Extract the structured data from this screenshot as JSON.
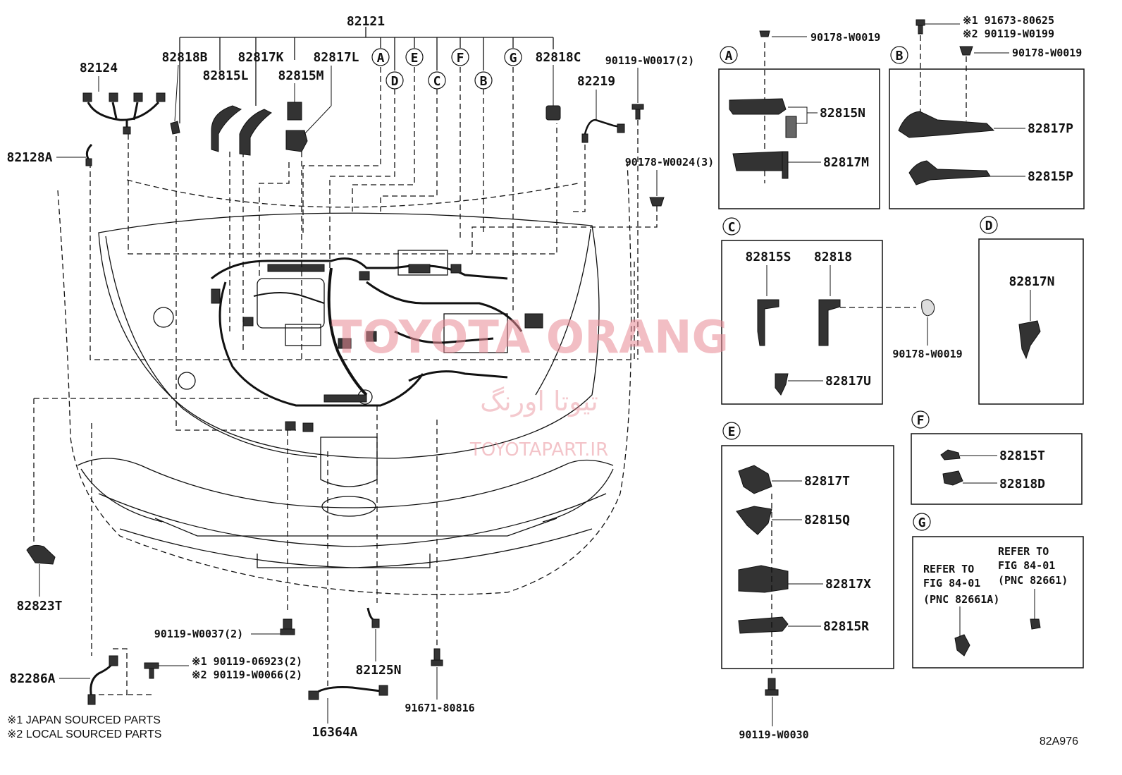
{
  "diagram_code": "82A976",
  "watermark": {
    "brand": "TOYOTA ORANG",
    "farsi": "تیوتا اورنگ",
    "site": "TOYOTAPART.IR"
  },
  "footnotes": {
    "japan": "※1 JAPAN SOURCED PARTS",
    "local": "※2 LOCAL SOURCED PARTS"
  },
  "main_labels": {
    "p82121": "82121",
    "p82124": "82124",
    "p82818B": "82818B",
    "p82817K": "82817K",
    "p82817L": "82817L",
    "p82815L": "82815L",
    "p82815M": "82815M",
    "p82818C": "82818C",
    "p82219": "82219",
    "p90119W0017": "90119-W0017(2)",
    "p90178W0024": "90178-W0024(3)",
    "p82128A": "82128A",
    "p82823T": "82823T",
    "p90119W0037": "90119-W0037(2)",
    "p82286A": "82286A",
    "p90119_06923": "※1 90119-06923(2)",
    "p90119W0066": "※2 90119-W0066(2)",
    "p82125N": "82125N",
    "p91671_80816": "91671-80816",
    "p16364A": "16364A"
  },
  "callouts": {
    "A": "A",
    "B": "B",
    "C": "C",
    "D": "D",
    "E": "E",
    "F": "F",
    "G": "G"
  },
  "panel_A": {
    "letter": "A",
    "top_bolt": "90178-W0019",
    "p1": "82815N",
    "p2": "82817M"
  },
  "panel_B": {
    "letter": "B",
    "bolt1": "※1 91673-80625",
    "bolt2": "※2 90119-W0199",
    "nut": "90178-W0019",
    "p1": "82817P",
    "p2": "82815P"
  },
  "panel_C": {
    "letter": "C",
    "p1": "82815S",
    "p2": "82818",
    "p3": "82817U",
    "clip": "90178-W0019"
  },
  "panel_D": {
    "letter": "D",
    "p1": "82817N"
  },
  "panel_E": {
    "letter": "E",
    "p1": "82817T",
    "p2": "82815Q",
    "p3": "82817X",
    "p4": "82815R",
    "bolt": "90119-W0030"
  },
  "panel_F": {
    "letter": "F",
    "p1": "82815T",
    "p2": "82818D"
  },
  "panel_G": {
    "letter": "G",
    "refer1_a": "REFER TO",
    "refer1_b": "FIG 84-01",
    "refer1_c": "(PNC 82661)",
    "refer2_a": "REFER TO",
    "refer2_b": "FIG 84-01",
    "refer2_c": "(PNC 82661A)"
  }
}
